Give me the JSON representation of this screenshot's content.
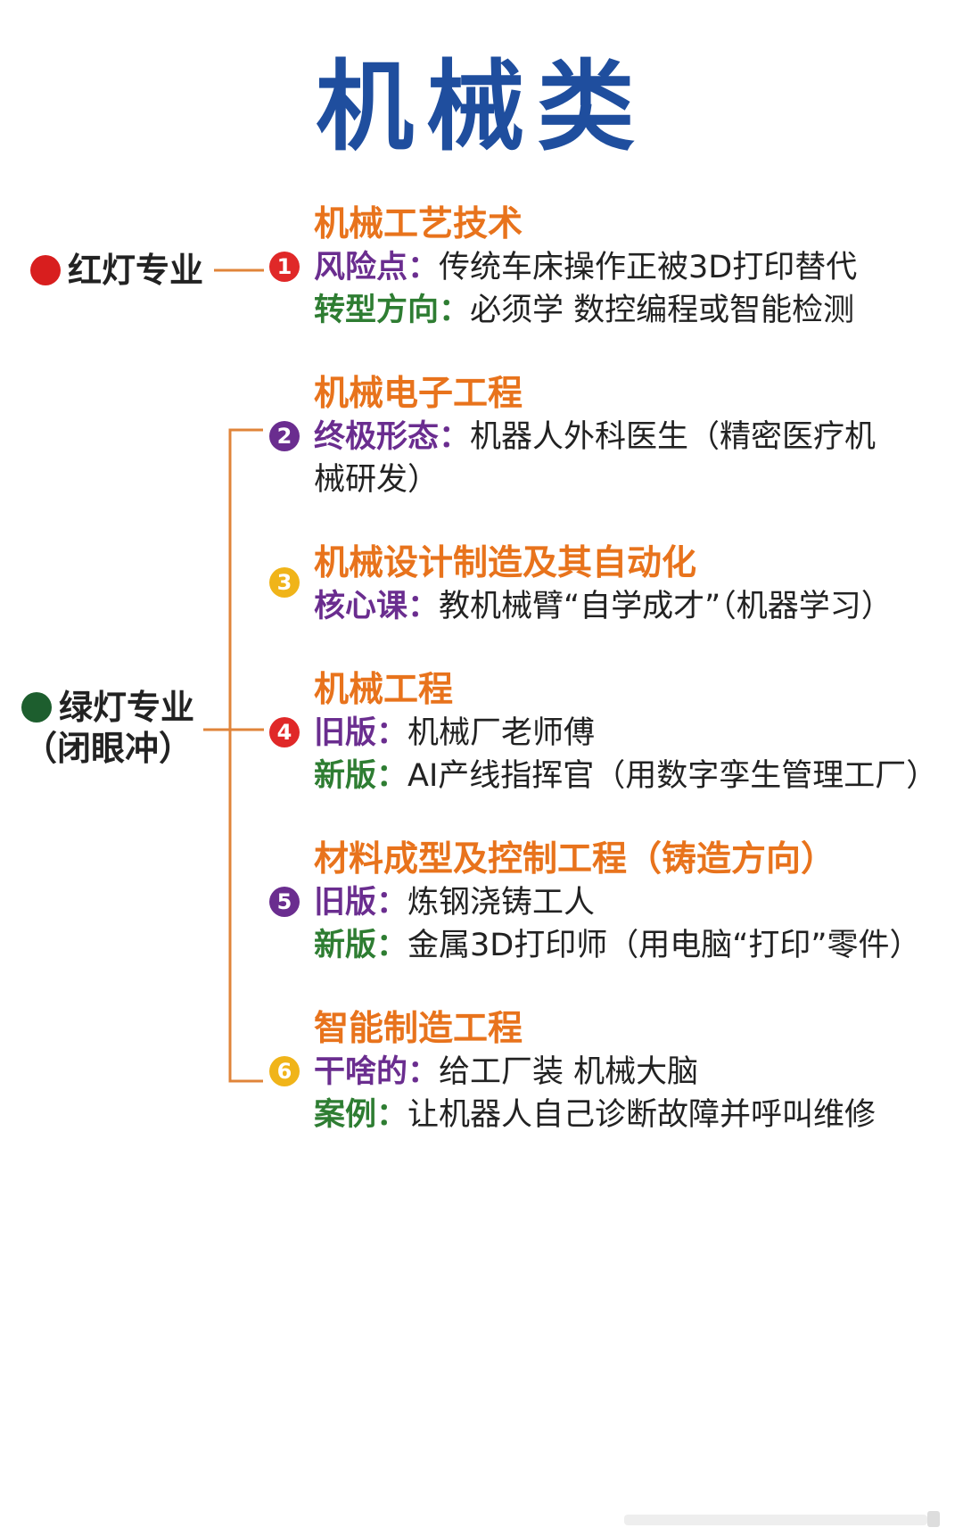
{
  "title": "机械类",
  "colors": {
    "title": "#1f4e9e",
    "item_title": "#e8731c",
    "connector": "#e0843a",
    "red_dot": "#d81e1e",
    "green_dot": "#1d5e2e",
    "key_purple": "#6a2d8f",
    "key_green": "#2e7d32",
    "badge_red": "#e02828",
    "badge_purple": "#6a2d8f",
    "badge_yellow": "#f0b419"
  },
  "groups": {
    "red": {
      "label": "红灯专业",
      "dot_icon": "red-dot-icon"
    },
    "green": {
      "label": "绿灯专业",
      "sub": "（闭眼冲）",
      "dot_icon": "green-dot-icon"
    }
  },
  "items": [
    {
      "number": "1",
      "badge_color": "#e02828",
      "title": "机械工艺技术",
      "rows": [
        {
          "key": "风险点：",
          "key_color": "#6a2d8f",
          "value": "传统车床操作正被3D打印替代"
        },
        {
          "key": "转型方向：",
          "key_color": "#2e7d32",
          "value": "必须学 数控编程或智能检测"
        }
      ]
    },
    {
      "number": "2",
      "badge_color": "#6a2d8f",
      "title": "机械电子工程",
      "rows": [
        {
          "key": "终极形态：",
          "key_color": "#6a2d8f",
          "value": "机器人外科医生（精密医疗机械研发）"
        }
      ]
    },
    {
      "number": "3",
      "badge_color": "#f0b419",
      "title": "机械设计制造及其自动化",
      "rows": [
        {
          "key": "核心课：",
          "key_color": "#6a2d8f",
          "value": "教机械臂“自学成才”（机器学习）"
        }
      ]
    },
    {
      "number": "4",
      "badge_color": "#e02828",
      "title": "机械工程",
      "rows": [
        {
          "key": "旧版：",
          "key_color": "#6a2d8f",
          "value": "机械厂老师傅"
        },
        {
          "key": "新版：",
          "key_color": "#2e7d32",
          "value": "AI产线指挥官（用数字孪生管理工厂）"
        }
      ]
    },
    {
      "number": "5",
      "badge_color": "#6a2d8f",
      "title": "材料成型及控制工程（铸造方向）",
      "rows": [
        {
          "key": "旧版：",
          "key_color": "#6a2d8f",
          "value": "炼钢浇铸工人"
        },
        {
          "key": "新版：",
          "key_color": "#2e7d32",
          "value": "金属3D打印师（用电脑“打印”零件）"
        }
      ]
    },
    {
      "number": "6",
      "badge_color": "#f0b419",
      "title": "智能制造工程",
      "rows": [
        {
          "key": "干啥的：",
          "key_color": "#6a2d8f",
          "value": "给工厂装 机械大脑"
        },
        {
          "key": "案例：",
          "key_color": "#2e7d32",
          "value": "让机器人自己诊断故障并呼叫维修"
        }
      ]
    }
  ]
}
